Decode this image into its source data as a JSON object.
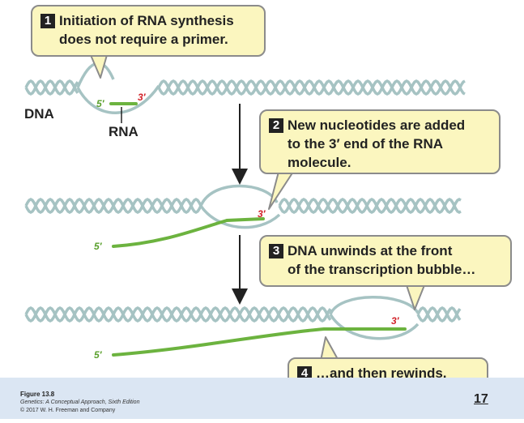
{
  "steps": [
    {
      "number": "1",
      "line1": "Initiation of RNA synthesis",
      "line2": "does not require a primer."
    },
    {
      "number": "2",
      "line1": "New nucleotides are added",
      "line2": "to the 3′ end of the RNA",
      "line3": "molecule."
    },
    {
      "number": "3",
      "line1": "DNA unwinds at the front",
      "line2": "of the transcription bubble…"
    },
    {
      "number": "4",
      "line1": "…and then rewinds."
    }
  ],
  "labels": {
    "dna": "DNA",
    "rna": "RNA",
    "five_prime": "5′",
    "three_prime": "3′"
  },
  "footer": {
    "figure": "Figure 13.8",
    "book": "Genetics: A Conceptual Approach, Sixth Edition",
    "copyright": "© 2017 W. H. Freeman and Company",
    "page": "17"
  },
  "colors": {
    "rna_strand": "#6cb33f",
    "dna_strand": "#a6c3c3",
    "three_prime_label": "#d2232a",
    "five_prime_label": "#5aa02c",
    "callout_fill": "#fbf6bf",
    "footer_band": "#dbe6f3"
  }
}
